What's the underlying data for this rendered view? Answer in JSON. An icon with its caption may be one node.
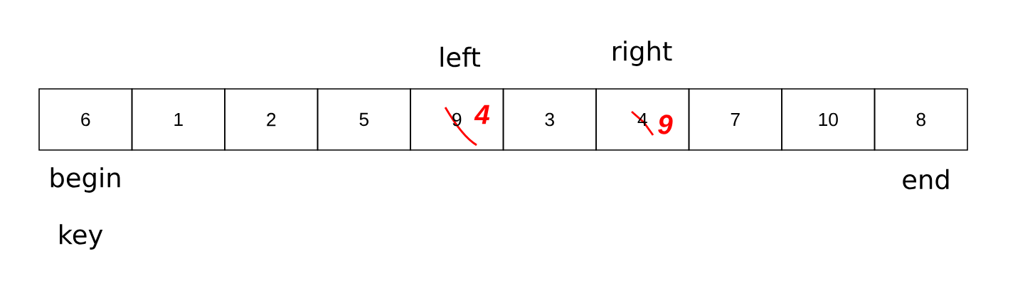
{
  "diagram": {
    "nodes": [
      {
        "text": [
          "6"
        ]
      },
      {
        "text": [
          "1"
        ]
      },
      {
        "text": [
          "2"
        ]
      },
      {
        "text": [
          "5"
        ]
      },
      {
        "text": [
          "9"
        ]
      },
      {
        "text": [
          "3"
        ]
      },
      {
        "text": [
          "4"
        ]
      },
      {
        "text": [
          "7"
        ]
      },
      {
        "text": [
          "10"
        ]
      },
      {
        "text": [
          "8"
        ]
      }
    ],
    "labels": [
      "left",
      "right",
      "4",
      "9",
      "begin",
      "end",
      "key"
    ]
  }
}
